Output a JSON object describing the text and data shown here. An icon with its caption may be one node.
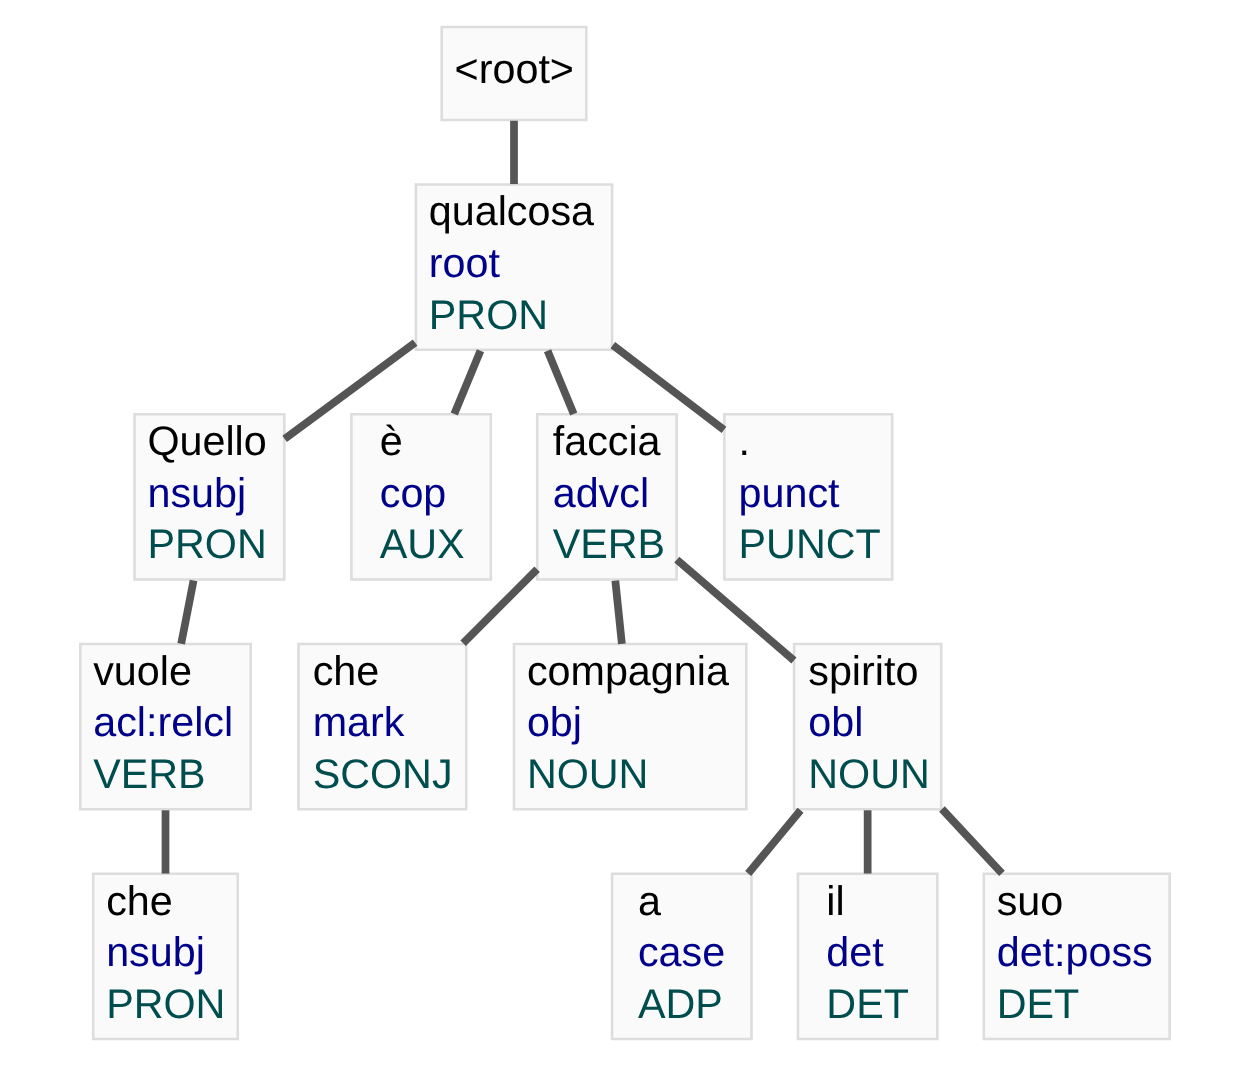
{
  "diagram": {
    "nodes": [
      {
        "text": [
          "<root>"
        ]
      },
      {
        "text": [
          "qualcosa",
          "root",
          "PRON"
        ]
      },
      {
        "text": [
          "Quello",
          "nsubj",
          "PRON"
        ]
      },
      {
        "text": [
          "è",
          "cop",
          "AUX"
        ]
      },
      {
        "text": [
          "faccia",
          "advcl",
          "VERB"
        ]
      },
      {
        "text": [
          ".",
          "punct",
          "PUNCT"
        ]
      },
      {
        "text": [
          "vuole",
          "acl:relcl",
          "VERB"
        ]
      },
      {
        "text": [
          "che",
          "mark",
          "SCONJ"
        ]
      },
      {
        "text": [
          "compagnia",
          "obj",
          "NOUN"
        ]
      },
      {
        "text": [
          "spirito",
          "obl",
          "NOUN"
        ]
      },
      {
        "text": [
          "che",
          "nsubj",
          "PRON"
        ]
      },
      {
        "text": [
          "a",
          "case",
          "ADP"
        ]
      },
      {
        "text": [
          "il",
          "det",
          "DET"
        ]
      },
      {
        "text": [
          "suo",
          "det:poss",
          "DET"
        ]
      }
    ],
    "edges": [
      {
        "from": 0,
        "to": 1,
        "arrow": "none"
      },
      {
        "from": 1,
        "to": 2,
        "arrow": "none"
      },
      {
        "from": 1,
        "to": 3,
        "arrow": "none"
      },
      {
        "from": 1,
        "to": 4,
        "arrow": "none"
      },
      {
        "from": 1,
        "to": 5,
        "arrow": "none"
      },
      {
        "from": 2,
        "to": 6,
        "arrow": "none"
      },
      {
        "from": 6,
        "to": 10,
        "arrow": "none"
      },
      {
        "from": 4,
        "to": 7,
        "arrow": "none"
      },
      {
        "from": 4,
        "to": 8,
        "arrow": "none"
      },
      {
        "from": 4,
        "to": 9,
        "arrow": "none"
      },
      {
        "from": 9,
        "to": 11,
        "arrow": "none"
      },
      {
        "from": 9,
        "to": 12,
        "arrow": "none"
      },
      {
        "from": 9,
        "to": 13,
        "arrow": "none"
      }
    ]
  }
}
